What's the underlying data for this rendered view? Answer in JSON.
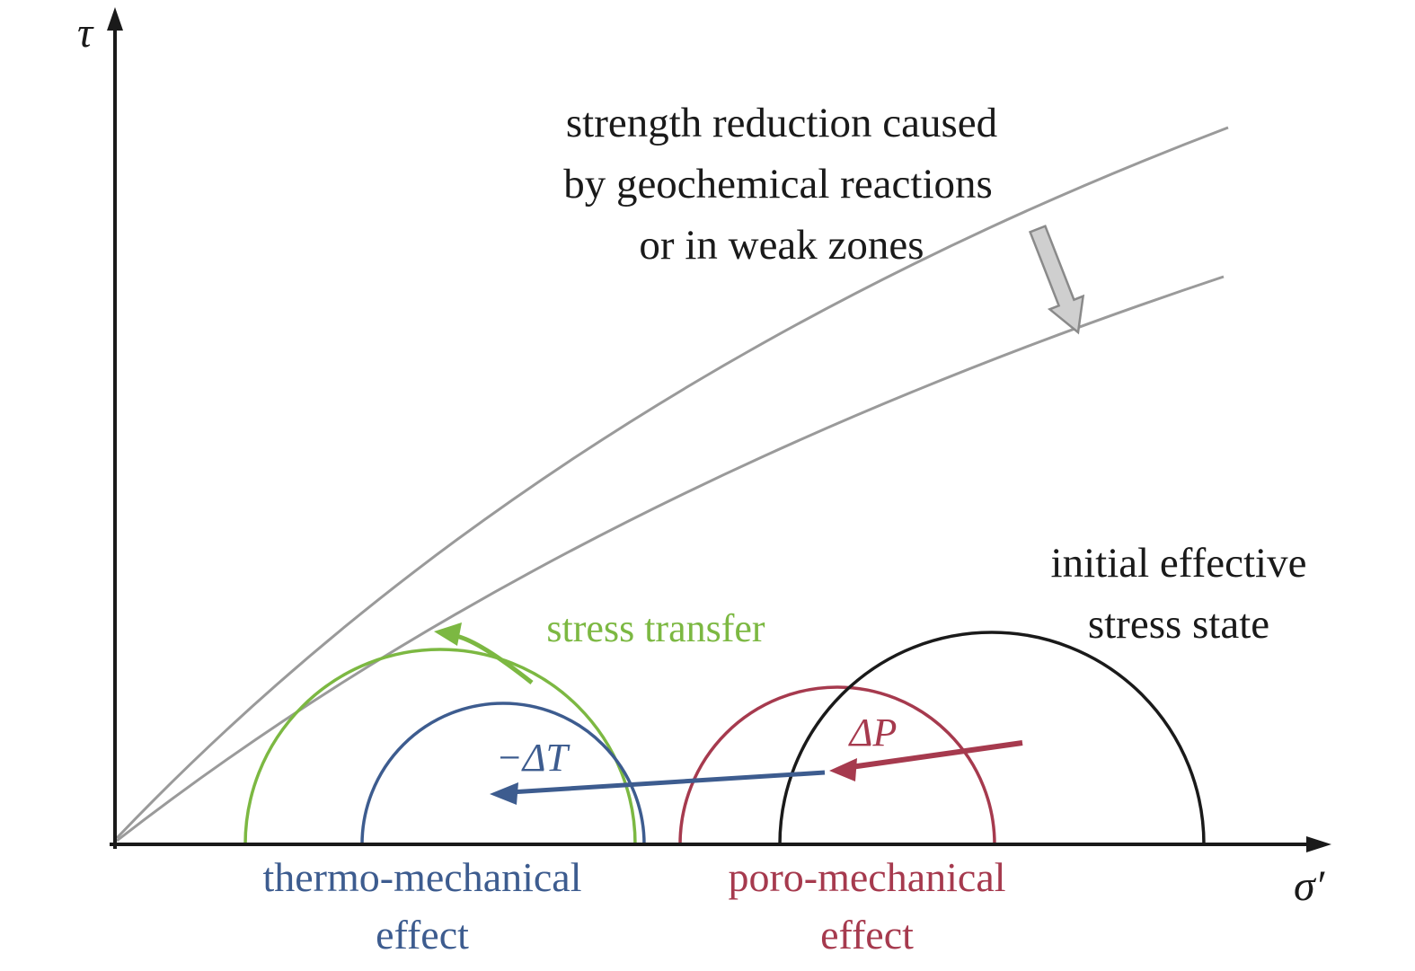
{
  "axes": {
    "y_label": "τ",
    "x_label": "σ′"
  },
  "envelope": {
    "label_lines": [
      "strength reduction caused",
      "by geochemical reactions",
      "or in weak zones"
    ]
  },
  "circles": {
    "initial": {
      "label_lines": [
        "initial effective",
        "stress state"
      ],
      "color": "#1a1a1a"
    },
    "poro": {
      "label_lines": [
        "poro-mechanical",
        "effect"
      ],
      "arrow_label": "ΔP",
      "color": "#a63a4e"
    },
    "thermo": {
      "label_lines": [
        "thermo-mechanical",
        "effect"
      ],
      "arrow_label": "−ΔT",
      "color": "#3d5c8f"
    },
    "stress_transfer": {
      "label": "stress transfer",
      "color": "#7cb842"
    }
  },
  "colors": {
    "black": "#1a1a1a",
    "gray_line": "#9a9a9a",
    "gray_arrow_fill": "#cfcfcf",
    "gray_arrow_stroke": "#8a8a8a",
    "green": "#7cb842",
    "blue": "#3d5c8f",
    "red": "#a63a4e"
  }
}
